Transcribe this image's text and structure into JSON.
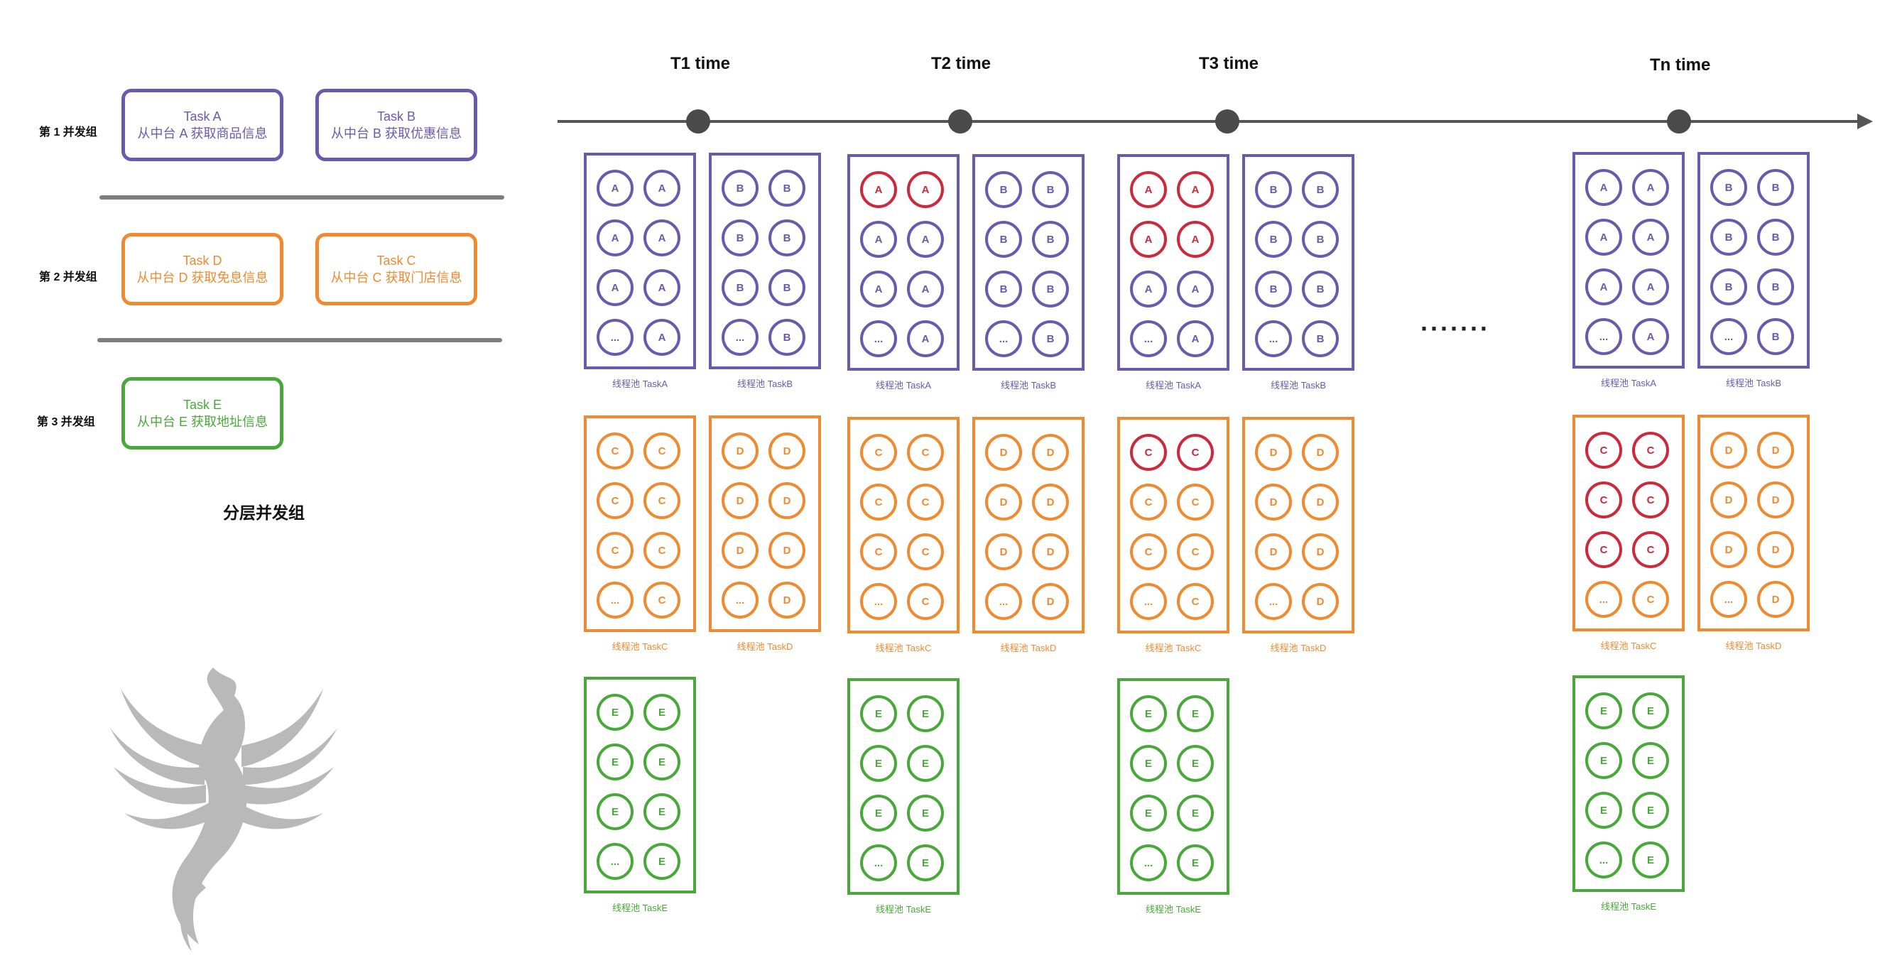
{
  "colors": {
    "purple": "#6a5aad",
    "orange": "#f08a30",
    "green": "#49a83a",
    "red": "#cc2a3c",
    "line": "#555555",
    "node": "#4a4a4a",
    "logo": "#b9b9b9"
  },
  "left_panel": {
    "groups": [
      {
        "label": "第 1 并发组",
        "color": "purple",
        "tasks": [
          {
            "title": "Task A",
            "desc": "从中台 A 获取商品信息"
          },
          {
            "title": "Task B",
            "desc": "从中台 B 获取优惠信息"
          }
        ]
      },
      {
        "label": "第 2 并发组",
        "color": "orange",
        "tasks": [
          {
            "title": "Task D",
            "desc": "从中台 D 获取免息信息"
          },
          {
            "title": "Task C",
            "desc": "从中台 C 获取门店信息"
          }
        ]
      },
      {
        "label": "第 3 并发组",
        "color": "green",
        "tasks": [
          {
            "title": "Task E",
            "desc": "从中台 E 获取地址信息"
          }
        ]
      }
    ],
    "caption": "分层并发组",
    "logo_icon": "phoenix-icon"
  },
  "timeline": {
    "labels": [
      "T1 time",
      "T2 time",
      "T3 time",
      "Tn time"
    ],
    "ellipsis": "·······"
  },
  "pools": [
    {
      "label": "线程池 TaskA",
      "color": "purple",
      "letter": "A",
      "rows_active": [
        0,
        1,
        2,
        0
      ]
    },
    {
      "label": "线程池 TaskB",
      "color": "purple",
      "letter": "B",
      "rows_active": [
        0,
        0,
        0,
        0
      ]
    },
    {
      "label": "线程池 TaskC",
      "color": "orange",
      "letter": "C",
      "rows_active": [
        0,
        0,
        1,
        3
      ]
    },
    {
      "label": "线程池 TaskD",
      "color": "orange",
      "letter": "D",
      "rows_active": [
        0,
        0,
        0,
        0
      ]
    },
    {
      "label": "线程池 TaskE",
      "color": "green",
      "letter": "E",
      "rows_active": [
        0,
        0,
        0,
        0
      ]
    }
  ],
  "placeholder_symbol": "..."
}
